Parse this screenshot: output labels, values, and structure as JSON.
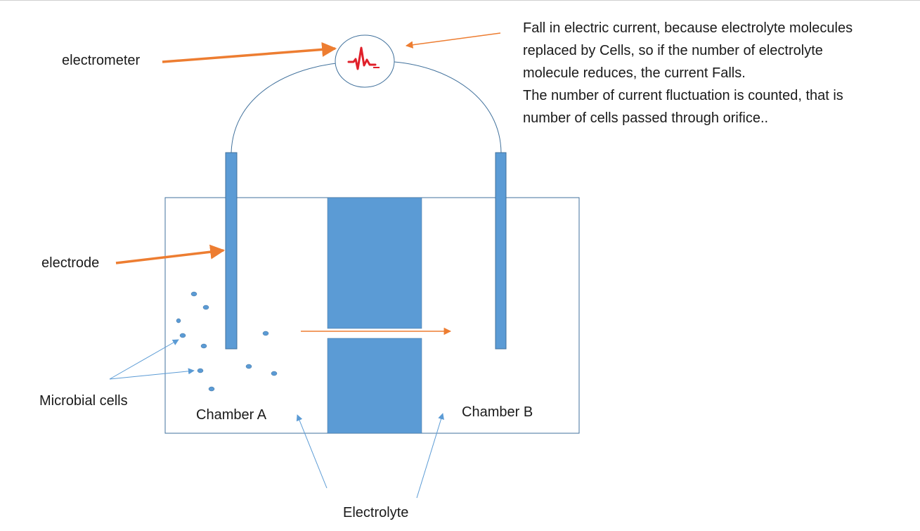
{
  "labels": {
    "electrometer": "electrometer",
    "electrode": "electrode",
    "microbial_cells": "Microbial cells",
    "chamber_a": "Chamber A",
    "chamber_b": "Chamber B",
    "electrolyte": "Electrolyte"
  },
  "description_lines": [
    "Fall in electric current, because electrolyte molecules",
    "replaced by Cells, so if the number of electrolyte",
    "molecule reduces, the current Falls.",
    "The number of current fluctuation is counted, that is",
    "number of cells passed through orifice.."
  ],
  "colors": {
    "blue_fill": "#5b9bd5",
    "outline": "#41719c",
    "arrow_orange": "#ed7d31",
    "thin_arrow_blue": "#5b9bd5",
    "signal_red": "#e0202a"
  },
  "icons": {
    "meter_signal": "pulse-signal-icon"
  }
}
